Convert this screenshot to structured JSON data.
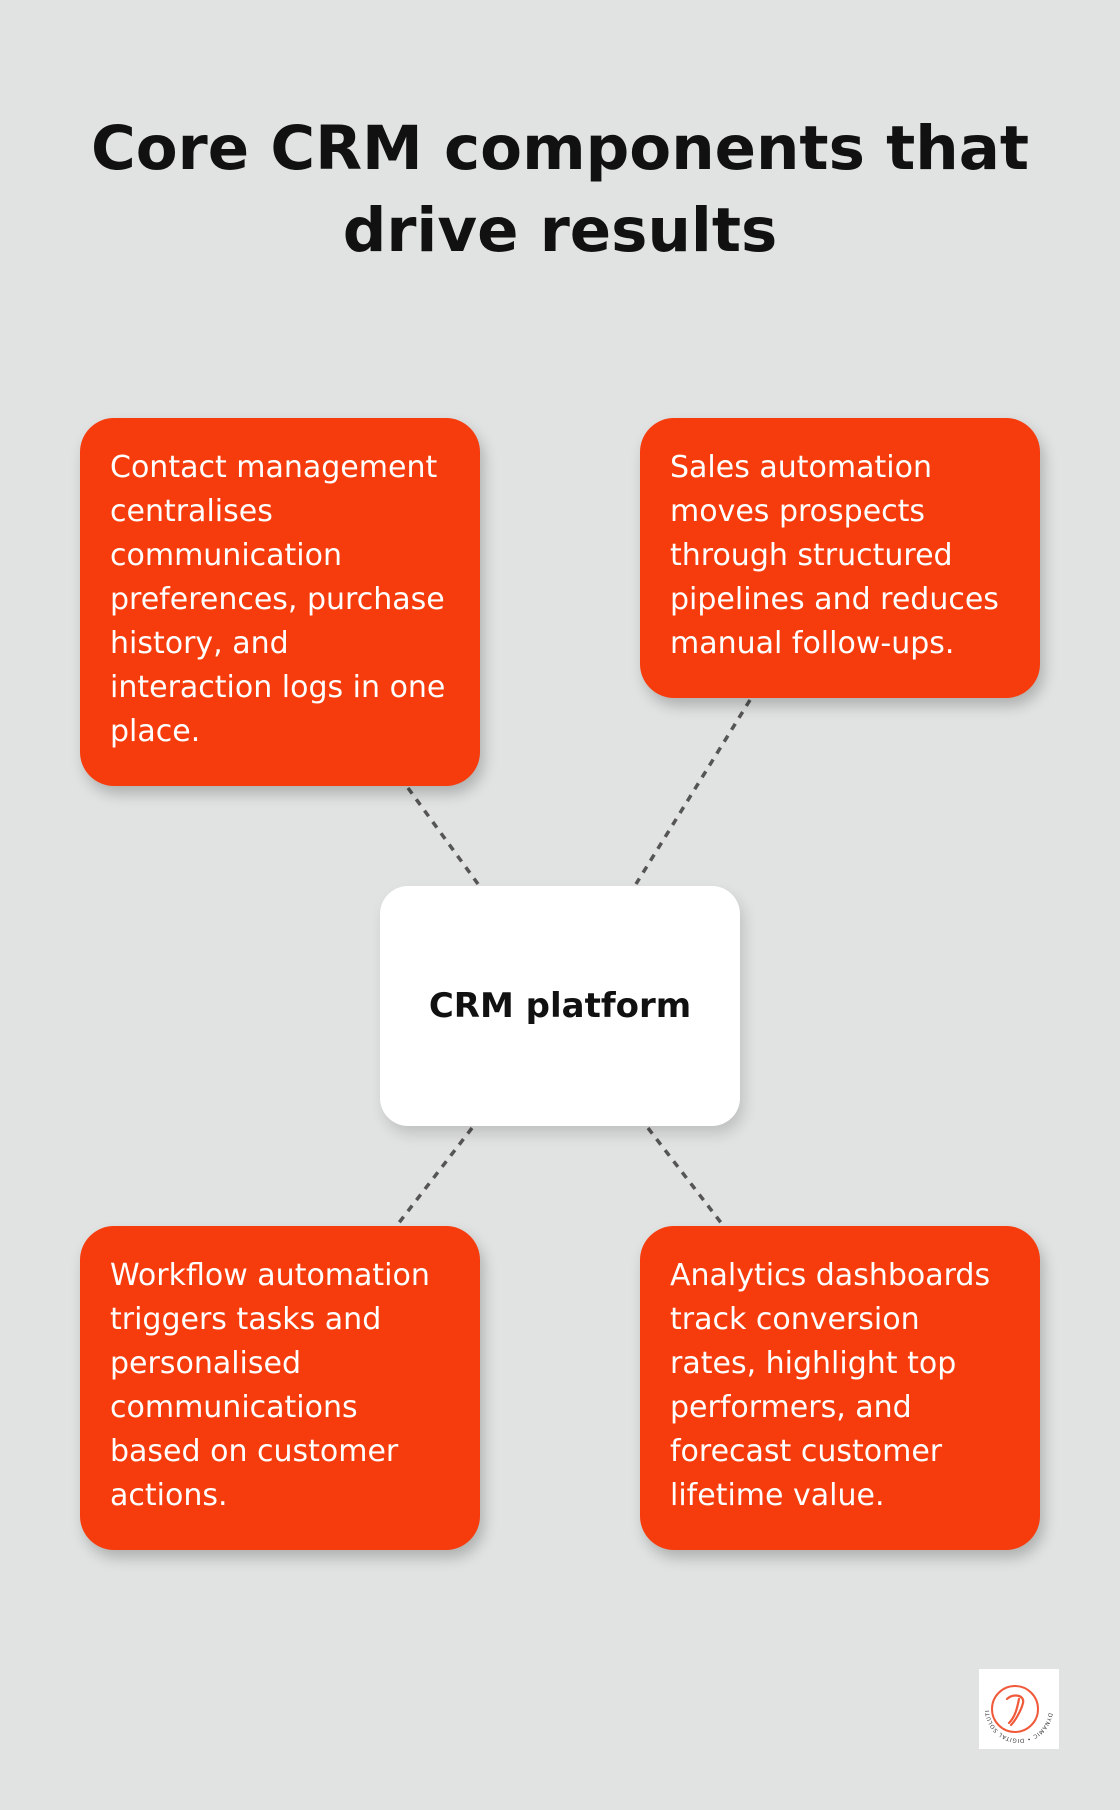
{
  "title": "Core CRM components that drive results",
  "center": {
    "label": "CRM platform"
  },
  "cards": {
    "top_left": {
      "text": "Contact management centralises communication preferences, purchase history, and interaction logs in one place."
    },
    "top_right": {
      "text": "Sales automation moves prospects through structured pipelines and reduces manual follow-ups."
    },
    "bottom_left": {
      "text": "Workflow automation triggers tasks and personalised communications based on customer actions."
    },
    "bottom_right": {
      "text": "Analytics dashboards track conversion rates, highlight top performers, and forecast customer lifetime value."
    }
  },
  "colors": {
    "background": "#e1e3e3",
    "card": "#f63c0c",
    "card_text": "#ffffff",
    "center_box": "#ffffff",
    "connector": "#555555"
  },
  "logo": {
    "icon": "dynamic-digital-solutions-logo-icon",
    "text": "DYNAMIC • DIGITAL SOLUTIONS"
  }
}
